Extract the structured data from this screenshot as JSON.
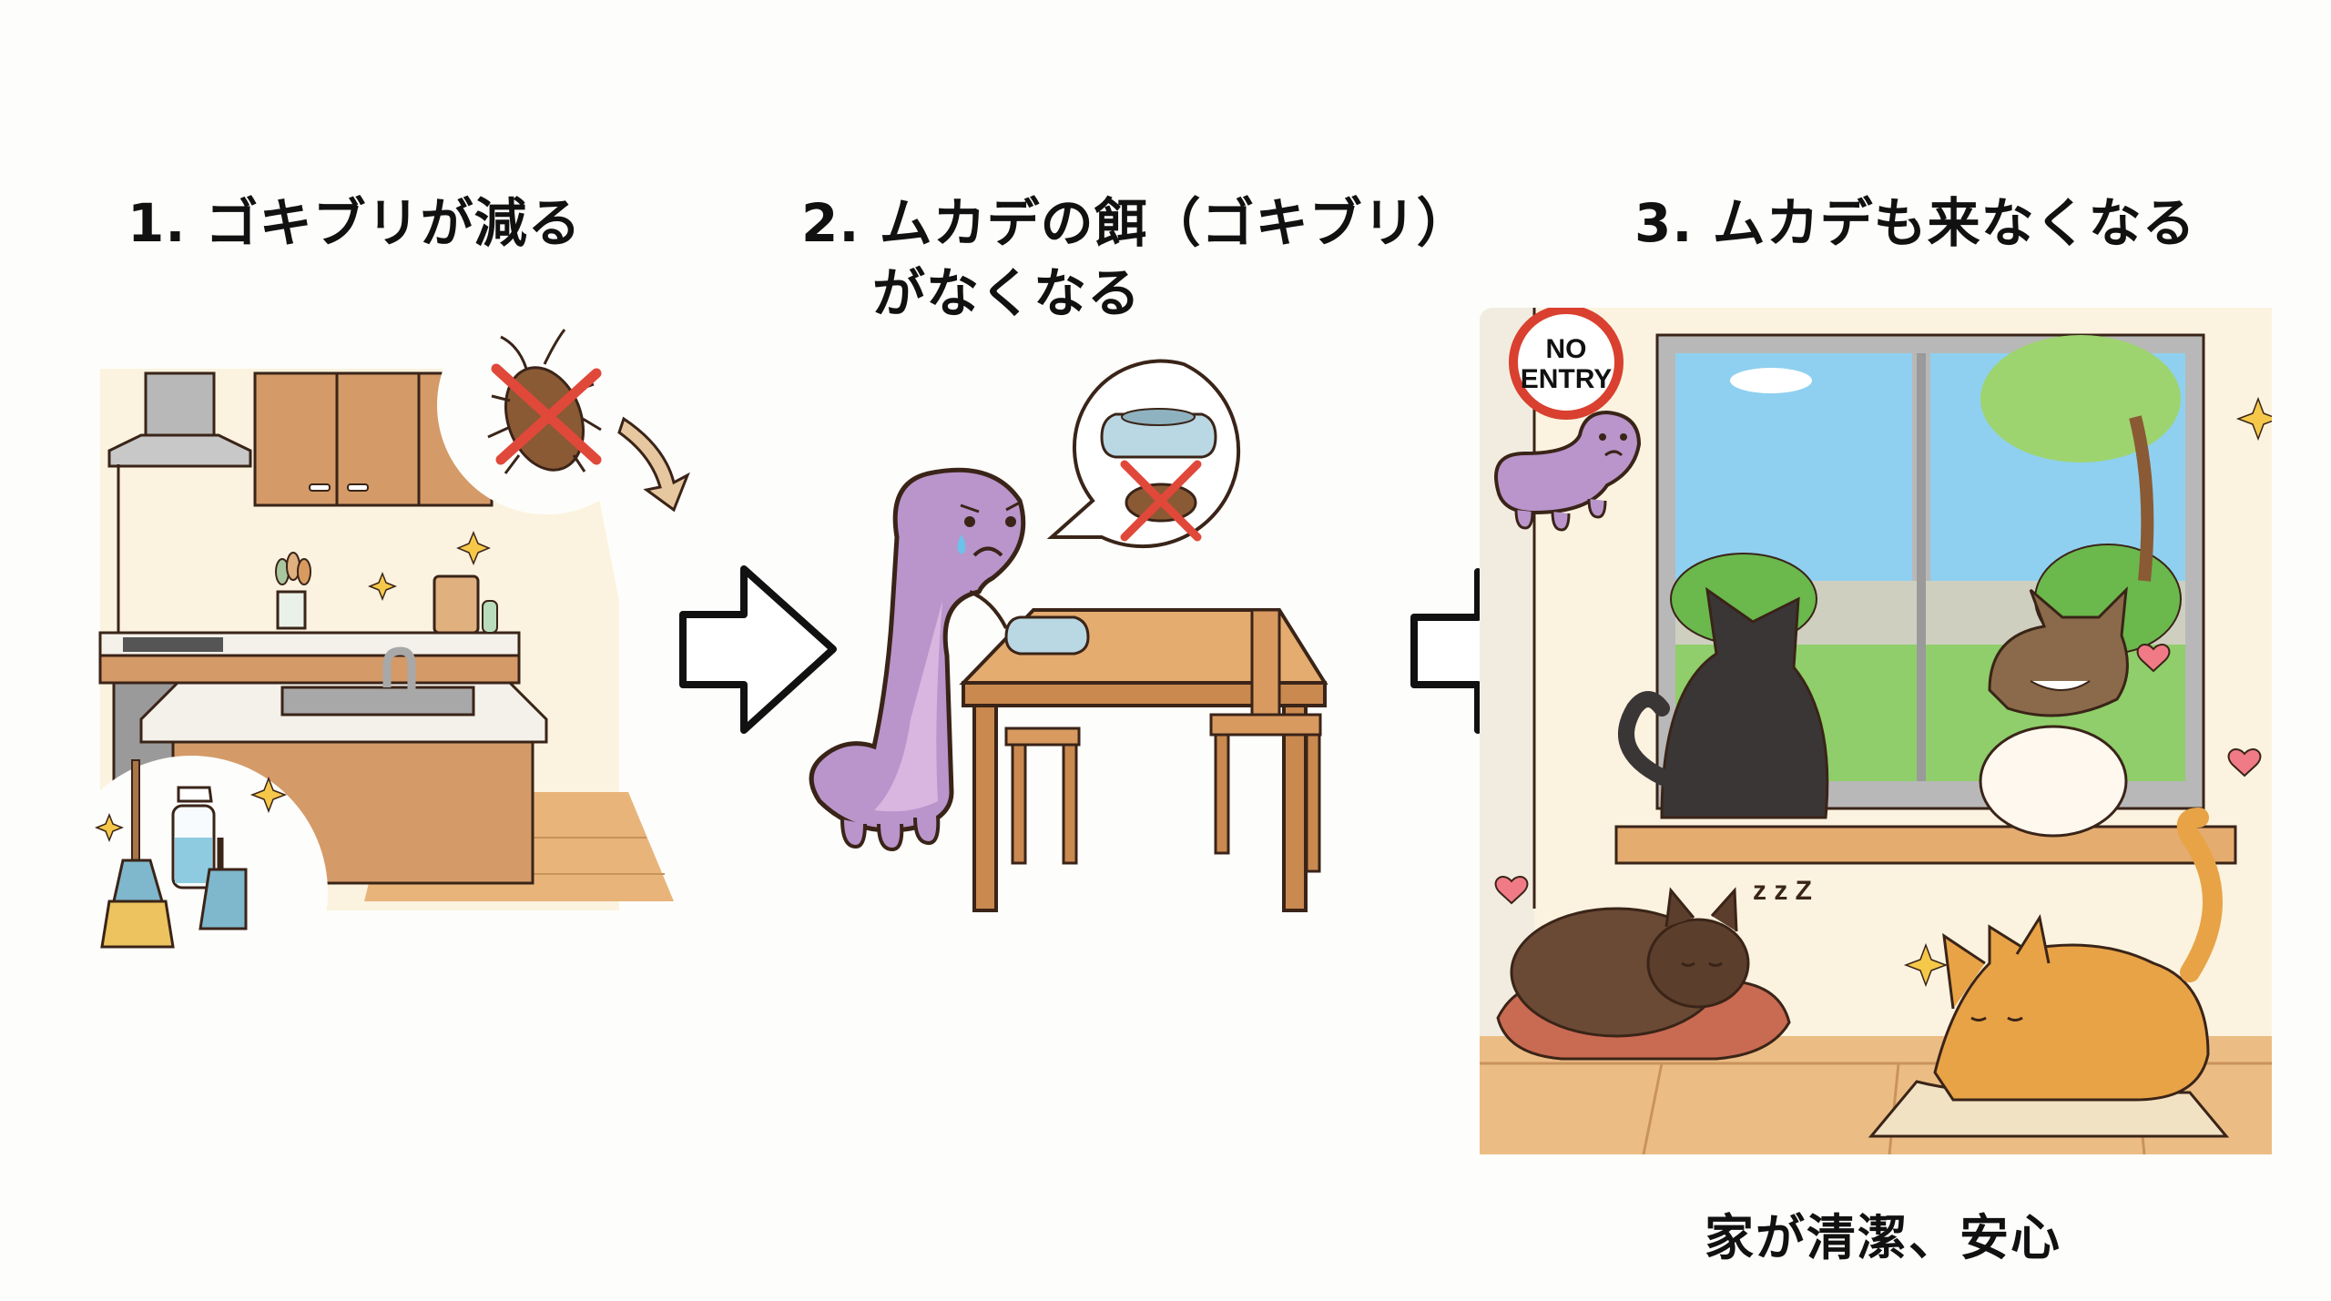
{
  "steps": [
    {
      "number": "1.",
      "title": "1. ゴキブリが減る",
      "scene": "clean kitchen with cleaning tools, crossed-out cockroach with downward arrow"
    },
    {
      "number": "2.",
      "title_line1": "2. ムカデの餌（ゴキブリ）",
      "title_line2": "がなくなる",
      "scene": "sad centipede at table with empty bowl, thought bubble of bowl and crossed-out cockroach"
    },
    {
      "number": "3.",
      "title": "3. ムカデも来なくなる",
      "scene": "cozy room with cats by window, centipede outside with no-entry sign"
    }
  ],
  "sign": {
    "line1": "NO",
    "line2": "ENTRY"
  },
  "sleep_text": "z z Z",
  "caption": "家が清潔、安心",
  "colors": {
    "background": "#fdfdfb",
    "text": "#111111",
    "outline": "#3a2418",
    "wood": "#d9a36b",
    "cabinet": "#d49a68",
    "wall_cream": "#fbf3df",
    "centipede": "#b995cb",
    "centipede_light": "#d8b6e0",
    "cross_red": "#e0483a",
    "sign_red": "#d9402f",
    "sky": "#8fd0f0",
    "grass": "#8fce6a",
    "bowl": "#b9d8e3",
    "heart": "#f07b86",
    "sparkle": "#f5c84a"
  }
}
